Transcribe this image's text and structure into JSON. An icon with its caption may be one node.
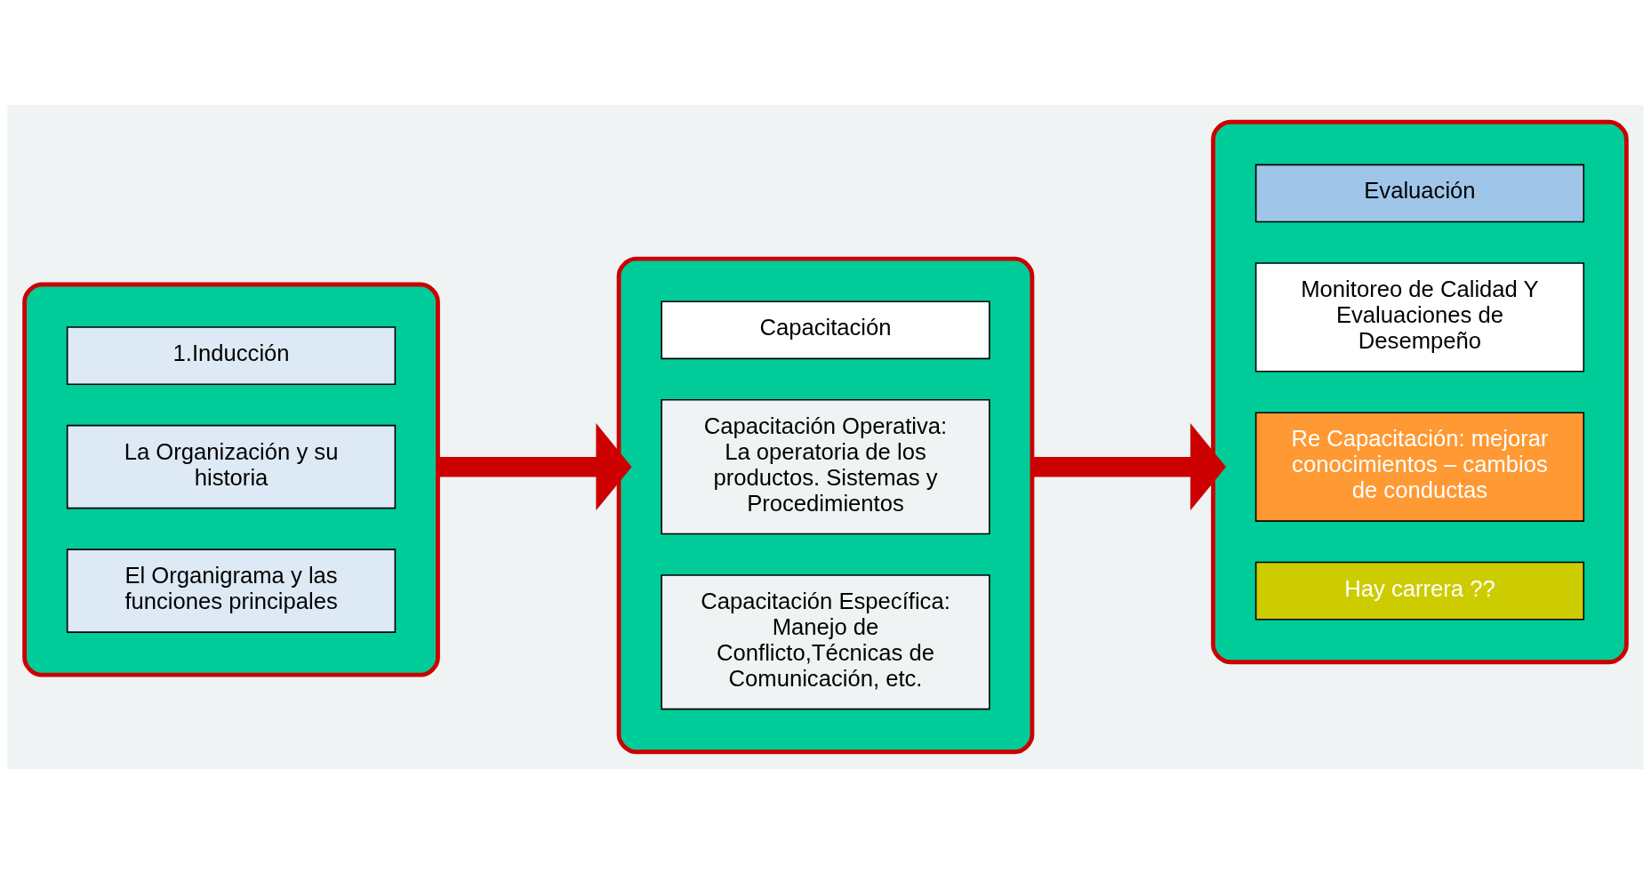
{
  "diagram": {
    "nodes": [
      {
        "text": [],
        "shape": "box"
      },
      {
        "text": [
          "1.Inducción"
        ],
        "in": 0
      },
      {
        "text": [
          "La Organización y su historia"
        ],
        "in": 0
      },
      {
        "text": [
          "El Organigrama y las funciones principales"
        ],
        "in": 0
      },
      {
        "text": [],
        "shape": "box"
      },
      {
        "text": [
          "Capacitación"
        ],
        "in": 4
      },
      {
        "text": [
          "Capacitación Operativa:",
          "La operatoria de los productos. Sistemas y Procedimientos"
        ],
        "in": 4
      },
      {
        "text": [
          "Capacitación Específica:",
          "Manejo de Conflicto,Técnicas de Comunicación, etc."
        ],
        "in": 4
      },
      {
        "text": [],
        "shape": "box"
      },
      {
        "text": [
          "Evaluación"
        ],
        "in": 8
      },
      {
        "text": [
          "Monitoreo de Calidad Y Evaluaciones de Desempeño"
        ],
        "in": 8
      },
      {
        "text": [
          "Re Capacitación: mejorar conocimientos – cambios de conductas"
        ],
        "in": 8
      },
      {
        "text": [
          "Hay carrera ??"
        ],
        "in": 8
      }
    ],
    "edges": [
      {
        "from": 0,
        "to": 4,
        "arrow": "to",
        "color": "#cc0000"
      },
      {
        "from": 4,
        "to": 8,
        "arrow": "to",
        "color": "#cc0000"
      }
    ]
  }
}
